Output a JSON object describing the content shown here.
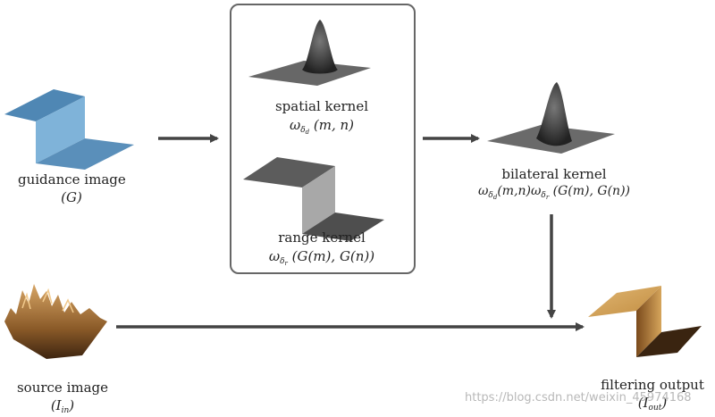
{
  "guidance": {
    "label": "guidance image",
    "symbol": "(G)"
  },
  "spatial": {
    "label": "spatial kernel"
  },
  "range": {
    "label": "range kernel"
  },
  "bilateral": {
    "label": "bilateral kernel"
  },
  "source": {
    "label": "source image"
  },
  "output": {
    "label": "filtering output"
  },
  "watermark": "https://blog.csdn.net/weixin_45974168",
  "colors": {
    "arrow": "#444444",
    "blue": "#4f87b4",
    "blueLight": "#7fb3d9",
    "gray": "#6e6e6e",
    "gold": "#c89a4e"
  }
}
